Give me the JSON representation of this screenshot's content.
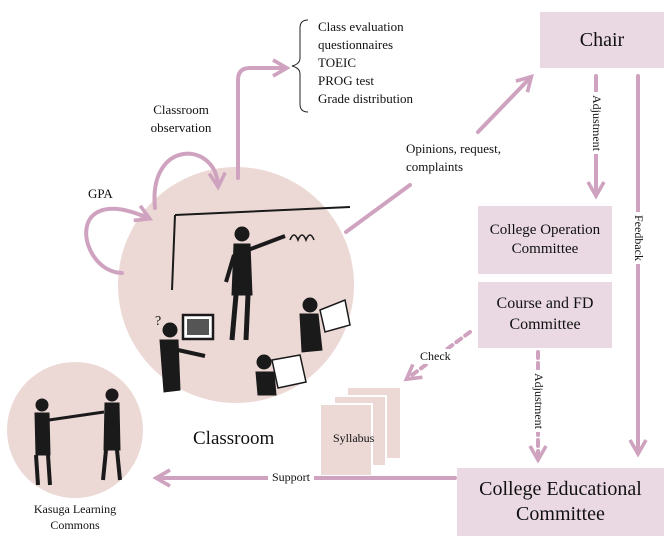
{
  "nodes": {
    "chair": "Chair",
    "college_operation_committee": "College Operation Committee",
    "course_fd_committee": "Course and FD Committee",
    "college_educational_committee": "College Educational Committee",
    "classroom": "Classroom",
    "kasuga_learning_commons": "Kasuga Learning Commons",
    "syllabus": "Syllabus"
  },
  "evaluation_items": [
    "Class evaluation",
    "questionnaires",
    "TOEIC",
    "PROG test",
    "Grade distribution"
  ],
  "edge_labels": {
    "classroom_observation": "Classroom observation",
    "gpa": "GPA",
    "opinions": "Opinions, request, complaints",
    "adjustment_upper": "Adjustment",
    "feedback": "Feedback",
    "check": "Check",
    "adjustment_lower": "Adjustment",
    "support": "Support"
  },
  "colors": {
    "box_fill": "#ead9e3",
    "arrow": "#cfa3bf",
    "circle_fill": "#ecd9d6"
  }
}
